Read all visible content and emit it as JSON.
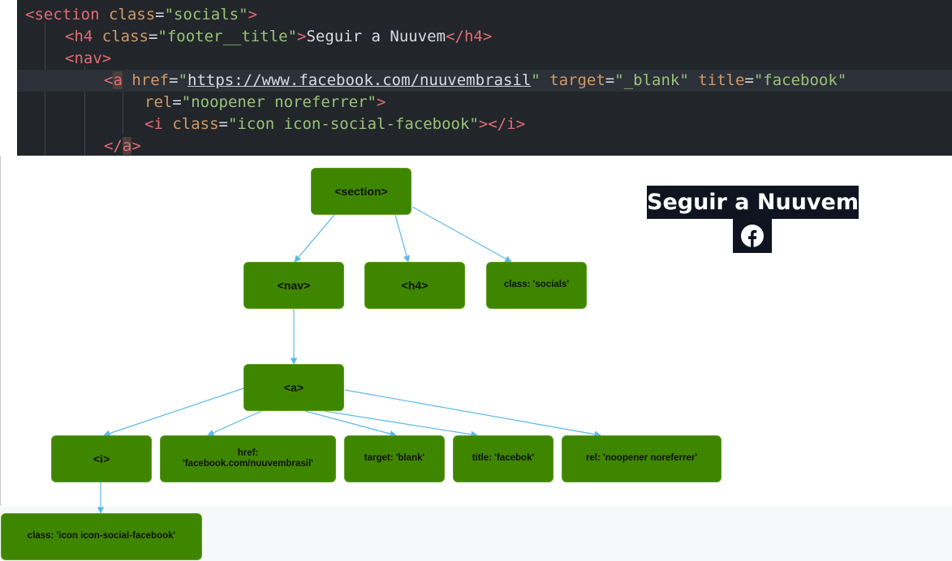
{
  "code": {
    "line1": {
      "open": "<section ",
      "attr": "class",
      "eq": "=",
      "val": "\"socials\"",
      "close": ">"
    },
    "line2": {
      "open": "<h4 ",
      "attr": "class",
      "eq": "=",
      "val": "\"footer__title\"",
      "close": ">",
      "text": "Seguir a Nuuvem",
      "end": "</h4>"
    },
    "line3": {
      "open": "<nav>"
    },
    "line4": {
      "lt": "<",
      "tagname": "a",
      "attr1": " href",
      "eq": "=",
      "q1": "\"",
      "url": "https://www.facebook.com/nuuvembrasil",
      "q2": "\"",
      "attr2": " target",
      "val2": "\"_blank\"",
      "attr3": " title",
      "val3": "\"facebook\""
    },
    "line5": {
      "attr": "rel",
      "eq": "=",
      "val": "\"noopener noreferrer\"",
      "close": ">"
    },
    "line6": {
      "open": "<i ",
      "attr": "class",
      "eq": "=",
      "val": "\"icon icon-social-facebook\"",
      "close": "></i>"
    },
    "line7": {
      "lt": "</",
      "tagname": "a",
      "gt": ">"
    }
  },
  "diagram": {
    "nodes": {
      "section": "<section>",
      "nav": "<nav>",
      "h4": "<h4>",
      "class_socials": "class: 'socials'",
      "a": "<a>",
      "i": "<i>",
      "href_label": "href:",
      "href_value": "'facebook.com/nuuvembrasil'",
      "target": "target: 'blank'",
      "title": "title: 'facebok'",
      "rel": "rel: 'noopener noreferrer'",
      "class_icon": "class: 'icon icon-social-facebook'"
    },
    "node_color": "#3f8600",
    "edge_color": "#5bb8ea"
  },
  "preview": {
    "title": "Seguir a Nuuvem",
    "icon": "facebook-icon"
  }
}
